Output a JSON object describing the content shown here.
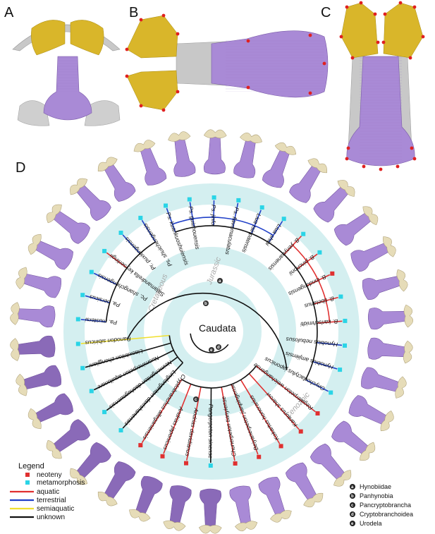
{
  "panels": {
    "a": "A",
    "b": "B",
    "c": "C",
    "d": "D"
  },
  "colors": {
    "purple": "#a98ad6",
    "dark_purple": "#8a6ab8",
    "gold": "#d9b62a",
    "gray": "#c8c8c8",
    "beige": "#e6dcb8",
    "ring": "#d4eff0",
    "neoteny": "#e03030",
    "metamorphosis": "#2ad4e6",
    "aquatic": "#e03030",
    "terrestrial": "#2040c8",
    "semiaquatic": "#f0e030",
    "unknown": "#111111"
  },
  "tree": {
    "root": "Caudata",
    "eras": [
      "Jurassic",
      "Cretaceous",
      "Cenozoic"
    ],
    "taxa": [
      "Ps. kuankuoshuiensis",
      "Ps. guizhouensis",
      "Ps. jinfo",
      "Ps. flavomaculatus",
      "Liua tsinpaensis",
      "Liua shihi",
      "B. yenyuanensis",
      "B. pinchonii",
      "B. londongensis",
      "B. tibetanus",
      "B. karlschmidti",
      "Hynobius nebulosus",
      "Hynobius amjiensis",
      "Onychodactylus japonicus",
      "Regalerpeton weichangense",
      "Karaurus sharovi",
      "Kokartus honorarius",
      "Beiyanerpeton jianpingense",
      "Chunerpeton tianyiense",
      "Pangerpeton sinense",
      "Andrias davidianus",
      "Andrias japonicus",
      "Cryptobranchus alleganiensis",
      "Linglongtriton daxishanensis",
      "Neimengtriton daohugouensis",
      "Nuominerpeton aquilonare",
      "Liaoxitriton zhongjiani",
      "Ranodon sibiricus",
      "Pa. mustersi",
      "Pa. persicus",
      "Pc. shangchengensis",
      "Salamandrella keyserlingii",
      "Pr. puxiongensis",
      "Ps. shuichengensis"
    ]
  },
  "legend": {
    "title": "Legend",
    "items": [
      "neoteny",
      "metamorphosis",
      "aquatic",
      "terrestrial",
      "semiaquatic",
      "unknown"
    ]
  },
  "nodes": [
    {
      "mark": "a",
      "label": "Hynobiidae"
    },
    {
      "mark": "b",
      "label": "Panhynobia"
    },
    {
      "mark": "c",
      "label": "Pancryptobrancha"
    },
    {
      "mark": "d",
      "label": "Cryptobranchoidea"
    },
    {
      "mark": "e",
      "label": "Urodela"
    }
  ]
}
